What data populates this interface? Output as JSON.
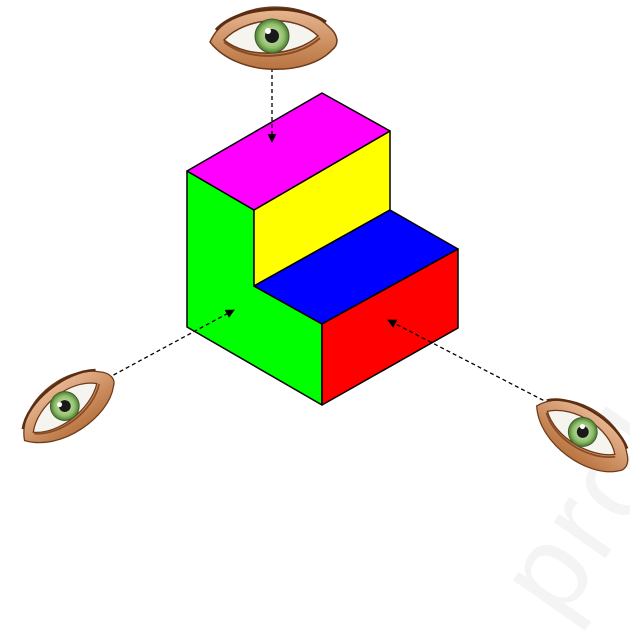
{
  "figure": {
    "watermark": "probaf",
    "faces": {
      "top_upper_step": "#ff00ff",
      "front_upper_step": "#ffff00",
      "top_lower_step": "#0000ff",
      "right_side": "#ff0000",
      "left_side": "#00ff00"
    },
    "outline_color": "#000000",
    "arrow_style": "dashed",
    "views": [
      "top-view",
      "left-side-view",
      "right-side-view"
    ],
    "icons": [
      "eye-icon",
      "eye-icon",
      "eye-icon"
    ]
  }
}
